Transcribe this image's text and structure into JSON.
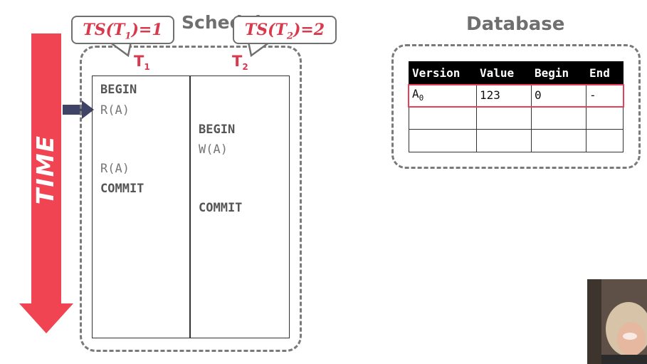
{
  "time_label": "TIME",
  "schedule": {
    "title": "Schedule",
    "bubbles": [
      {
        "prefix": "TS(T",
        "sub": "1",
        "suffix": ")=1"
      },
      {
        "prefix": "TS(T",
        "sub": "2",
        "suffix": ")=2"
      }
    ],
    "columns": [
      {
        "label": "T",
        "sub": "1"
      },
      {
        "label": "T",
        "sub": "2"
      }
    ],
    "t1_ops": [
      "BEGIN",
      "R(A)",
      "R(A)",
      "COMMIT"
    ],
    "t2_ops": [
      "BEGIN",
      "W(A)",
      "COMMIT"
    ]
  },
  "database": {
    "title": "Database",
    "headers": [
      "Version",
      "Value",
      "Begin",
      "End"
    ],
    "rows": [
      {
        "version": "A",
        "version_sub": "0",
        "value": "123",
        "begin": "0",
        "end": "-"
      },
      {
        "version": "",
        "version_sub": "",
        "value": "",
        "begin": "",
        "end": ""
      },
      {
        "version": "",
        "version_sub": "",
        "value": "",
        "begin": "",
        "end": ""
      }
    ]
  },
  "colors": {
    "accent_red": "#d9394d",
    "arrow_red": "#f04452",
    "pointer_navy": "#3f4466",
    "highlight": "#e8405a"
  }
}
